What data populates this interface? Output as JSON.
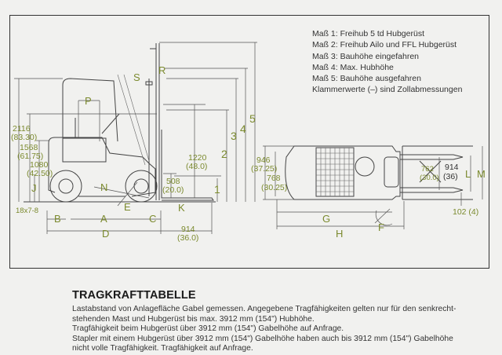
{
  "legend": [
    "Maß 1: Freihub 5 td Hubgerüst",
    "Maß 2: Freihub Ailo und FFL Hubgerüst",
    "Maß 3: Bauhöhe eingefahren",
    "Maß 4: Max. Hubhöhe",
    "Maß 5: Bauhöhe ausgefahren",
    "Klammerwerte (–) sind Zollabmessungen"
  ],
  "side_view": {
    "h_2116": "2116",
    "h_2116_in": "(83.30)",
    "h_1568": "1568",
    "h_1568_in": "(61.75)",
    "h_1080": "1080",
    "h_1080_in": "(42.50)",
    "tire": "18x7-8",
    "labels": {
      "J": "J",
      "B": "B",
      "A": "A",
      "C": "C",
      "D": "D",
      "N": "N",
      "E": "E",
      "K": "K",
      "P": "P",
      "S": "S",
      "R": "R"
    },
    "fork_h": "1220",
    "fork_h_in": "(48.0)",
    "load_h": "508",
    "load_h_in": "(20.0)",
    "fork_len": "914",
    "fork_len_in": "(36.0)",
    "mast_dims": [
      "1",
      "2",
      "3",
      "4",
      "5"
    ]
  },
  "top_view": {
    "w_946": "946",
    "w_946_in": "(37.25)",
    "w_768": "768",
    "w_768_in": "(30.25)",
    "crossed": "762",
    "crossed_in": "(30.0)",
    "fork_w": "914",
    "fork_w_in": "(36)",
    "fork_t": "102 (4)",
    "labels": {
      "G": "G",
      "F": "F",
      "H": "H",
      "L": "L",
      "M": "M"
    }
  },
  "section": {
    "title": "TRAGKRAFTTABELLE",
    "lines": [
      "Lastabstand von Anlagefläche Gabel gemessen. Angegebene Tragfähigkeiten gelten nur für den senkrecht-",
      "stehenden Mast und Hubgerüst bis max. 3912 mm (154\") Hubhöhe.",
      "Tragfähigkeit beim Hubgerüst über 3912 mm (154\") Gabelhöhe auf Anfrage.",
      "Stapler mit einem Hubgerüst über 3912 mm (154\") Gabelhöhe haben auch bis 3912 mm (154\") Gabelhöhe",
      "nicht volle Tragfähigkeit. Tragfähigkeit auf Anfrage."
    ]
  },
  "colors": {
    "label_green": "#7b8a2e",
    "paper": "#f1f1ef"
  }
}
